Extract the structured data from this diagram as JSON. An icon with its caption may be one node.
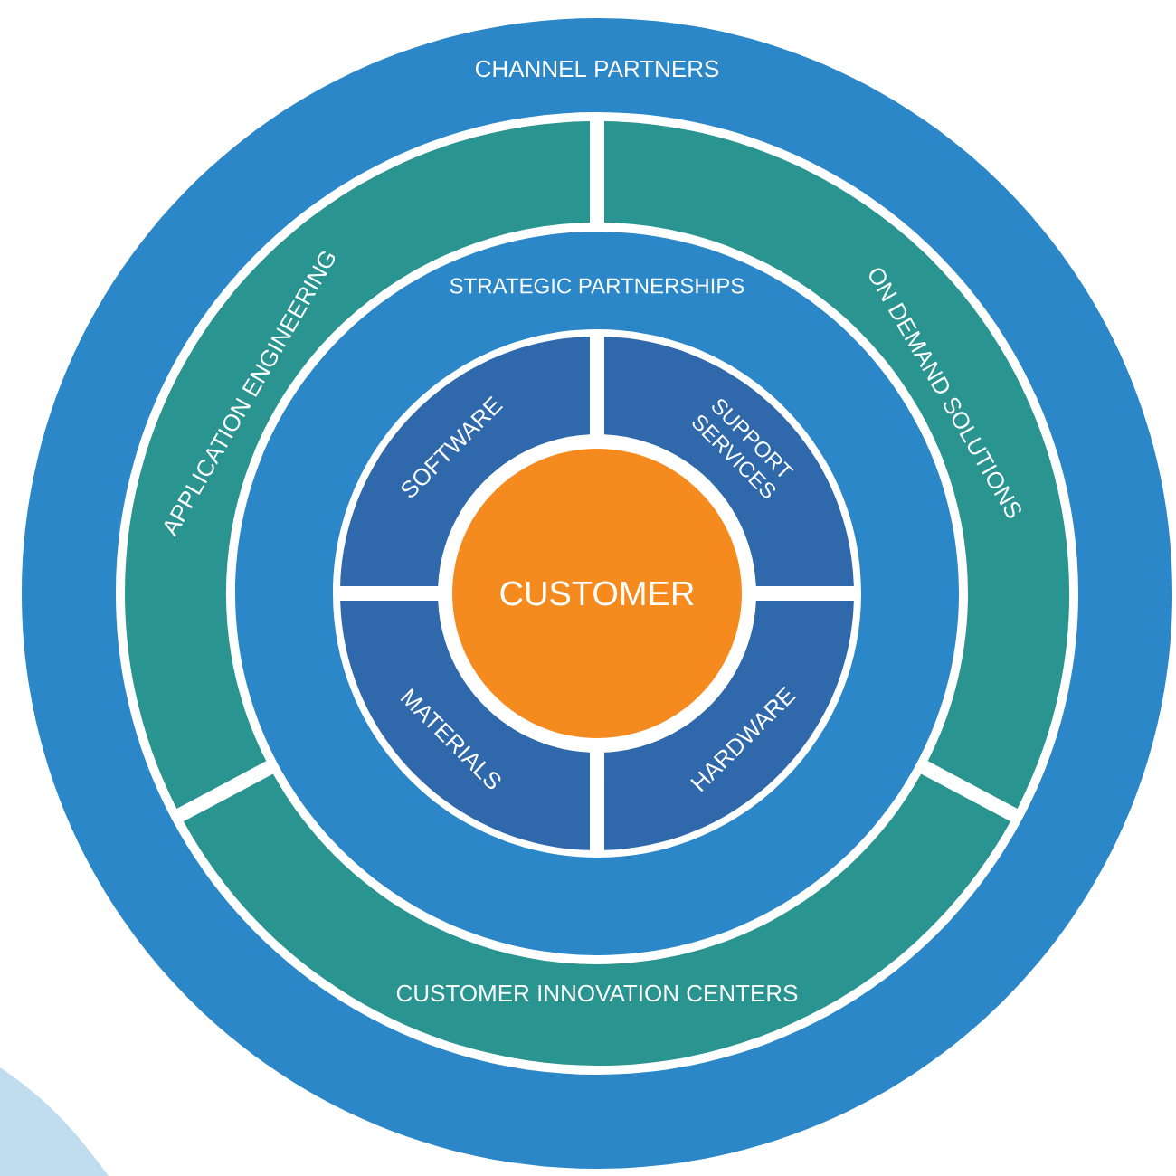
{
  "diagram": {
    "nodes": [
      {
        "text": [
          "CHANNEL PARTNERS"
        ]
      },
      {
        "text": [
          "APPLICATION ENGINEERING"
        ],
        "in": 0
      },
      {
        "text": [
          "ON DEMAND SOLUTIONS"
        ],
        "in": 0
      },
      {
        "text": [
          "CUSTOMER INNOVATION CENTERS"
        ],
        "in": 0
      },
      {
        "text": [
          "STRATEGIC PARTNERSHIPS"
        ],
        "in": 0
      },
      {
        "text": [
          "SOFTWARE"
        ],
        "in": 4
      },
      {
        "text": [
          "SUPPORT SERVICES"
        ],
        "in": 4
      },
      {
        "text": [
          "MATERIALS"
        ],
        "in": 4
      },
      {
        "text": [
          "HARDWARE"
        ],
        "in": 4
      },
      {
        "text": [
          "CUSTOMER"
        ],
        "in": 4
      }
    ]
  }
}
